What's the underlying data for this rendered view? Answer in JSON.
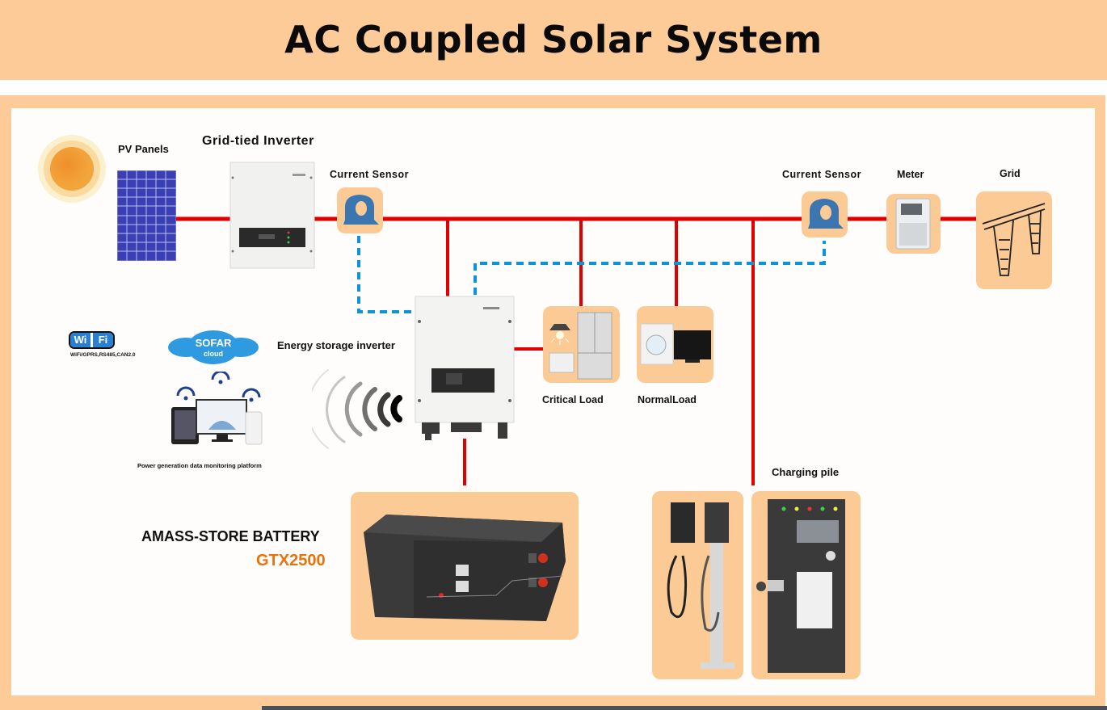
{
  "header": {
    "title": "AC Coupled Solar System"
  },
  "labels": {
    "pv_panels": "PV Panels",
    "grid_tied_inverter": "Grid-tied Inverter",
    "current_sensor_left": "Current Sensor",
    "current_sensor_right": "Current Sensor",
    "meter": "Meter",
    "grid": "Grid",
    "energy_storage_inverter": "Energy storage inverter",
    "critical_load": "Critical Load",
    "normal_load": "NormalLoad",
    "charging_pile": "Charging pile",
    "battery_name": "AMASS-STORE BATTERY",
    "battery_model": "GTX2500",
    "monitoring_platform": "Power generation data monitoring platform"
  },
  "communication": {
    "wifi_badge_left": "Wi",
    "wifi_badge_right": "Fi",
    "protocols": "WiFi/GPRS,RS485,CAN2.0",
    "cloud_brand": "SOFAR",
    "cloud_sub": "cloud"
  },
  "colors": {
    "header_bg": "#fccb97",
    "tile_bg": "#fcca95",
    "power_line": "#e10000",
    "comm_line": "#0a96d6",
    "model_accent": "#e8720c"
  }
}
